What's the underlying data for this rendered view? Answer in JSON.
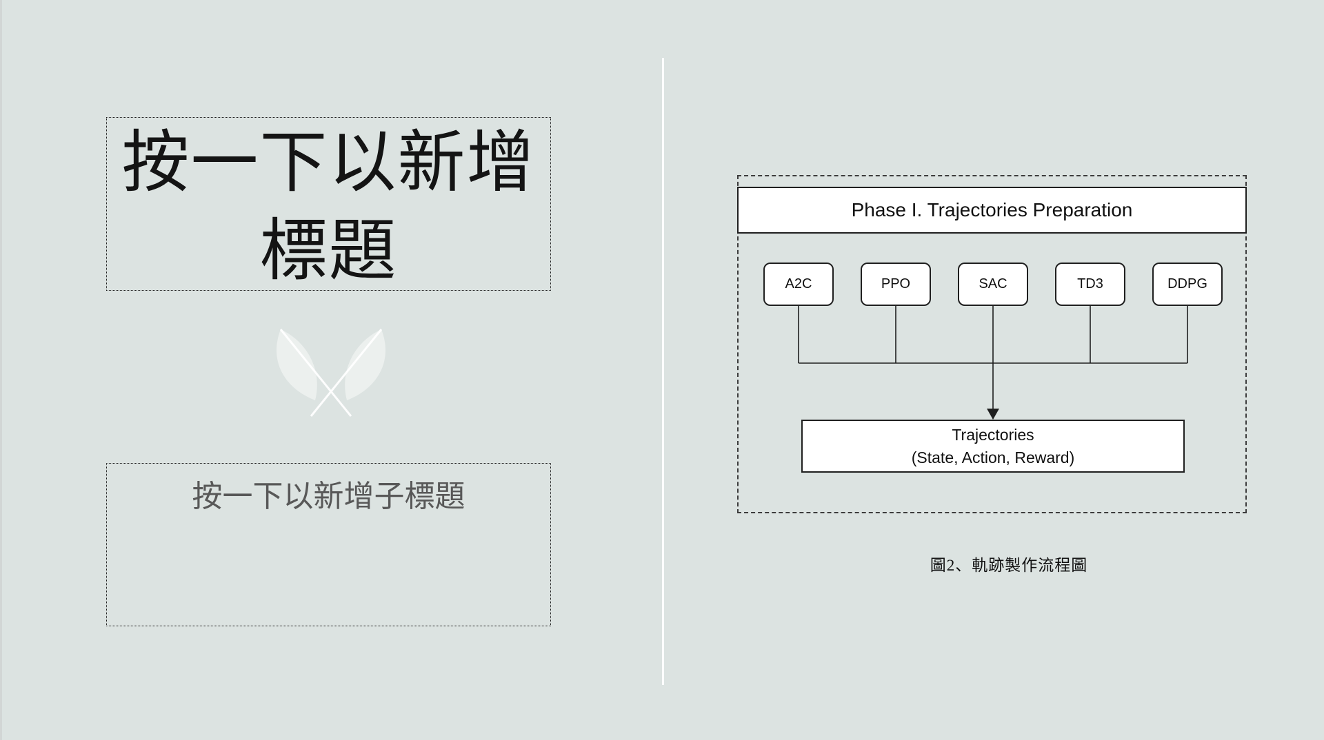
{
  "slide": {
    "title_placeholder": "按一下以新增標題",
    "subtitle_placeholder": "按一下以新增子標題",
    "caption": "圖2、軌跡製作流程圖"
  },
  "diagram": {
    "phase_header": "Phase I. Trajectories Preparation",
    "algorithms": [
      "A2C",
      "PPO",
      "SAC",
      "TD3",
      "DDPG"
    ],
    "output": {
      "line1": "Trajectories",
      "line2": "(State, Action, Reward)"
    }
  },
  "colors": {
    "background": "#dce3e1",
    "divider": "#ffffff",
    "box_fill": "#ffffff",
    "stroke": "#1f1f1f",
    "title_text": "#141414",
    "subtitle_text": "#585858"
  },
  "icons": {
    "leaf_decoration": "crossed-leaves"
  }
}
